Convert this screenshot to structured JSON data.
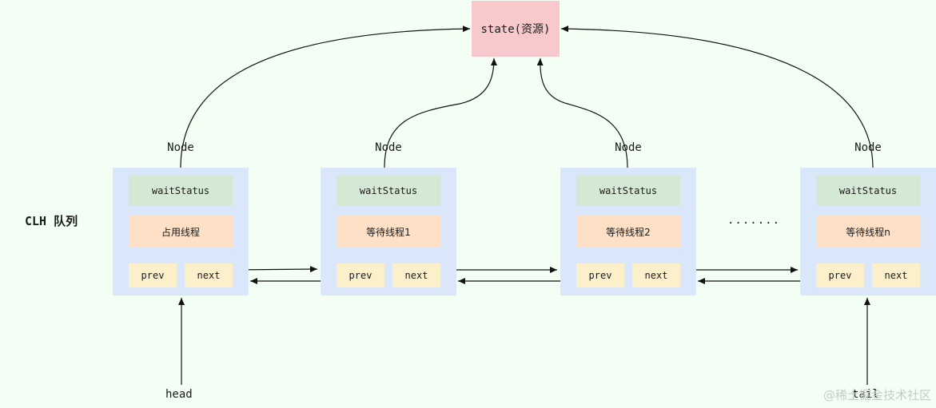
{
  "state_box": {
    "label": "state(资源)"
  },
  "queue_label": "CLH 队列",
  "nodes": [
    {
      "title": "Node",
      "wait_status": "waitStatus",
      "thread": "占用线程",
      "prev": "prev",
      "next": "next"
    },
    {
      "title": "Node",
      "wait_status": "waitStatus",
      "thread": "等待线程1",
      "prev": "prev",
      "next": "next"
    },
    {
      "title": "Node",
      "wait_status": "waitStatus",
      "thread": "等待线程2",
      "prev": "prev",
      "next": "next"
    },
    {
      "title": "Node",
      "wait_status": "waitStatus",
      "thread": "等待线程n",
      "prev": "prev",
      "next": "next"
    }
  ],
  "ellipsis": ".......",
  "head_label": "head",
  "tail_label": "tail",
  "watermark": "@稀土掘金技术社区",
  "colors": {
    "background": "#f3fff5",
    "state_fill": "#f7c9cc",
    "node_fill": "#dae7fb",
    "wait_status_fill": "#d4e9d4",
    "thread_fill": "#fde0c6",
    "pointer_fill": "#fbf0c9"
  }
}
